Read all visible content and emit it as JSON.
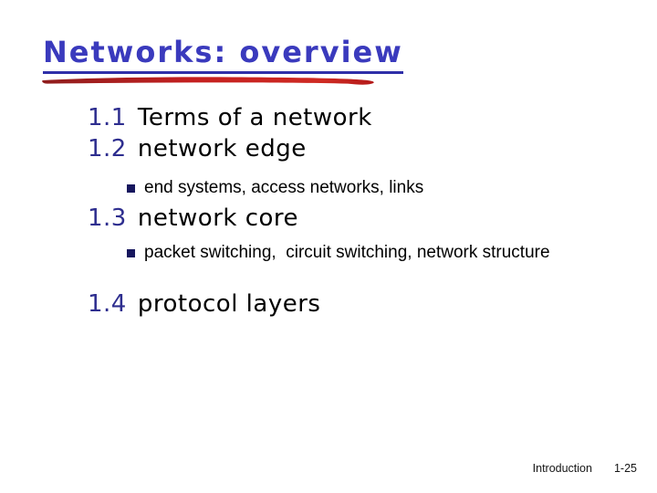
{
  "title": "Networks: overview",
  "items": [
    {
      "num": "1.1",
      "text": "Terms of a network"
    },
    {
      "num": "1.2",
      "text": "network edge"
    },
    {
      "num": "1.3",
      "text": "network core"
    },
    {
      "num": "1.4",
      "text": "protocol layers"
    }
  ],
  "sub_bullets": [
    {
      "parent": "1.2",
      "text": "end systems, access networks, links"
    },
    {
      "parent": "1.3",
      "text": "packet switching,  circuit switching, network structure"
    }
  ],
  "footer": {
    "section": "Introduction",
    "page": "1-25"
  },
  "colors": {
    "title_blue": "#3a3abd",
    "underline_blue": "#2f2fa8",
    "swoosh_red": "#c02020",
    "number_navy": "#2e2e8f",
    "bullet_navy": "#17175e",
    "body_text": "#000000"
  }
}
